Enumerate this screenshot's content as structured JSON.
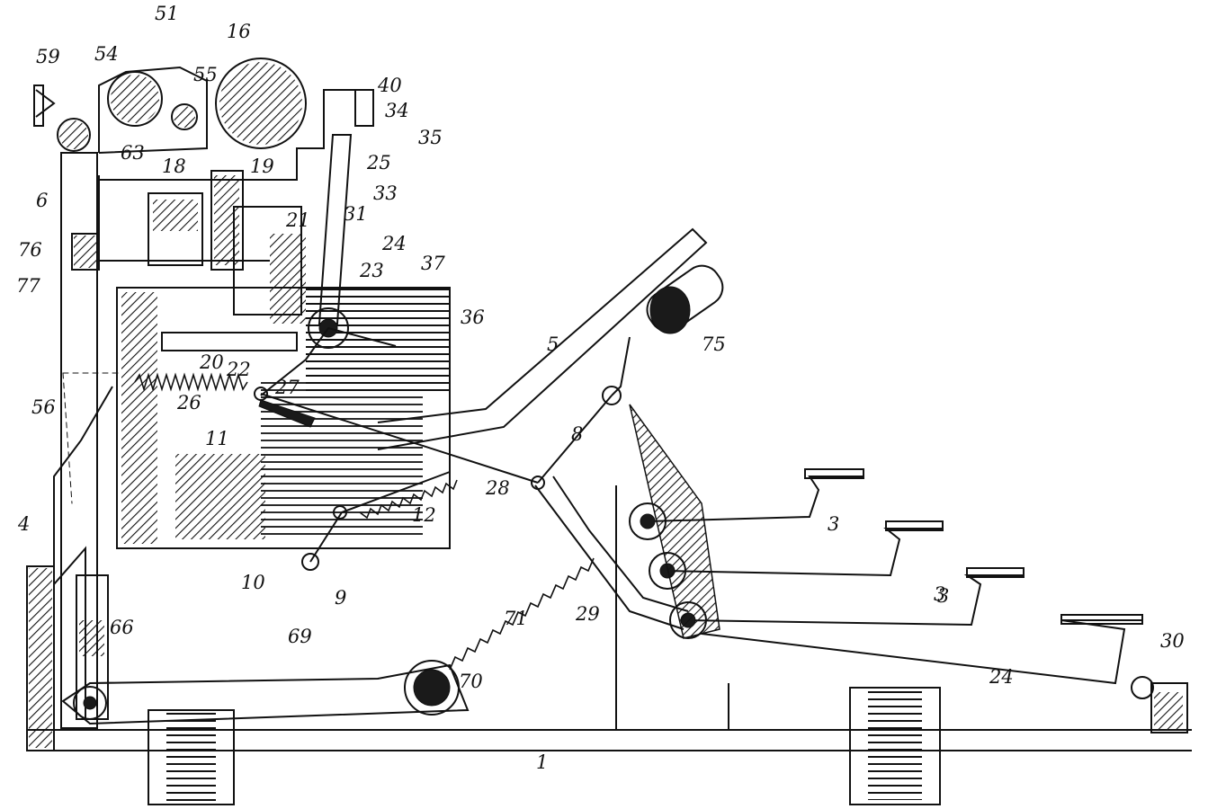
{
  "figure": {
    "labels": [
      "51",
      "16",
      "59",
      "54",
      "55",
      "40",
      "34",
      "35",
      "63",
      "25",
      "18",
      "19",
      "33",
      "6",
      "21",
      "31",
      "76",
      "24",
      "77",
      "23",
      "37",
      "36",
      "75",
      "5",
      "20",
      "22",
      "56",
      "26",
      "27",
      "8",
      "11",
      "28",
      "12",
      "4",
      "3",
      "3",
      "3",
      "10",
      "9",
      "29",
      "66",
      "69",
      "71",
      "70",
      "24",
      "30",
      "1"
    ]
  }
}
